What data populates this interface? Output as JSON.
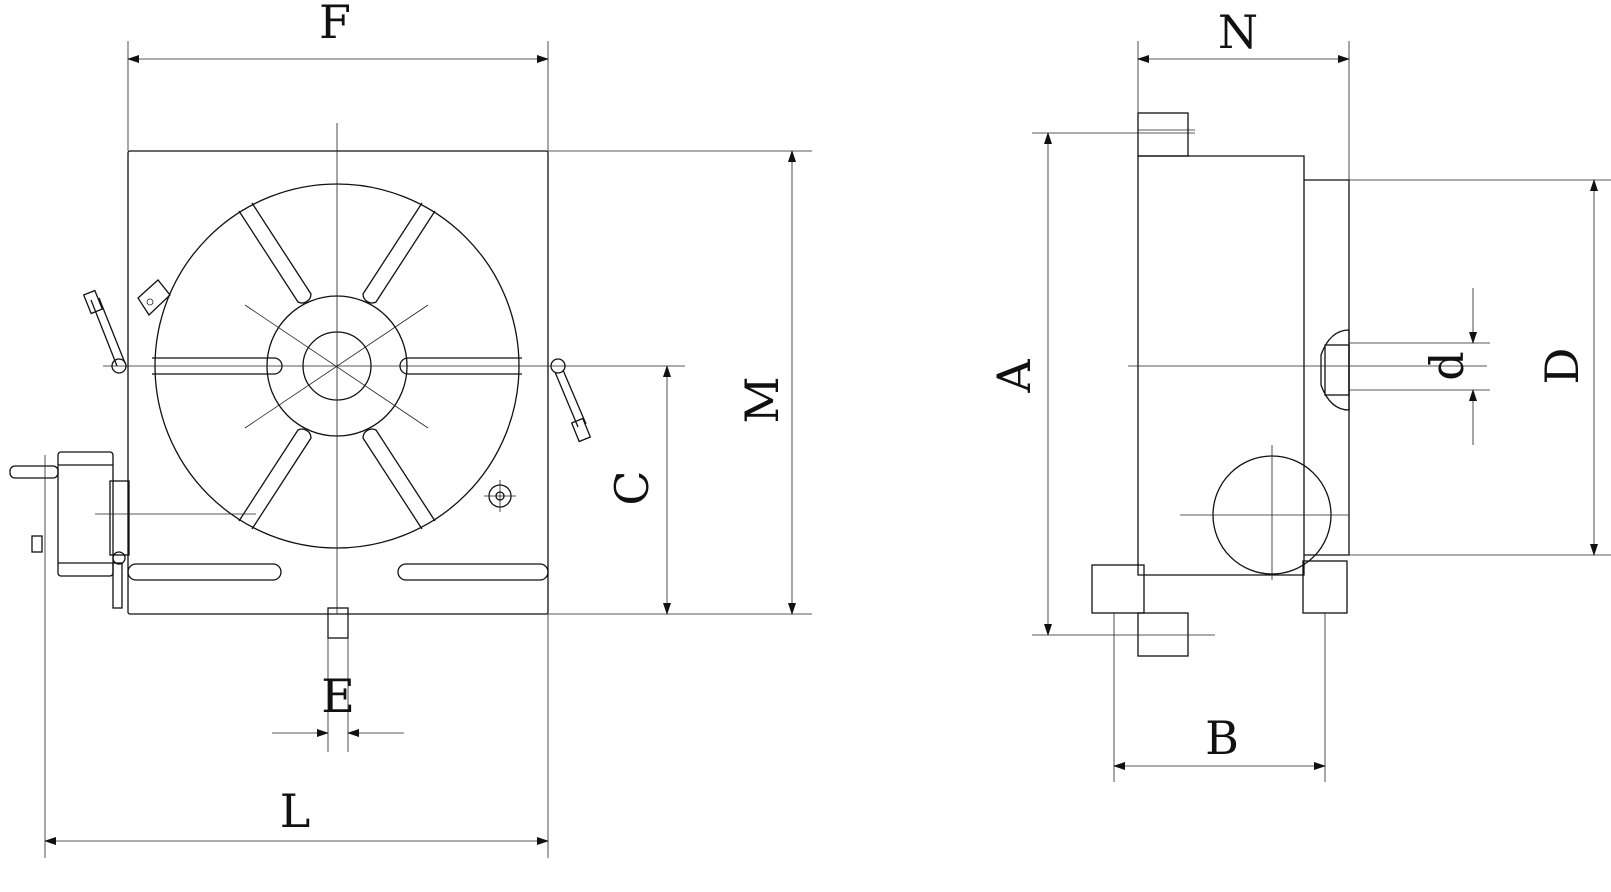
{
  "colors": {
    "ink": "#111111",
    "background": "#ffffff"
  },
  "labels": {
    "F": "F",
    "L": "L",
    "E": "E",
    "C": "C",
    "M": "M",
    "N": "N",
    "A": "A",
    "B": "B",
    "d": "d",
    "D": "D"
  }
}
